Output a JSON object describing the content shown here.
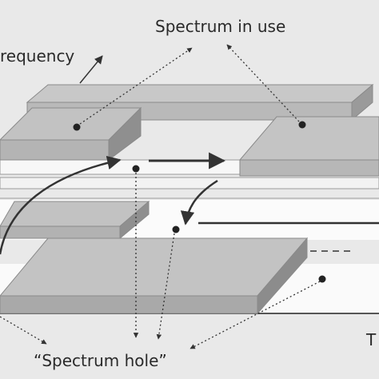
{
  "labels": {
    "spectrum_in_use": "Spectrum in use",
    "frequency": "requency",
    "spectrum_hole": "“Spectrum hole”",
    "time": "T"
  },
  "colors": {
    "background": "#e9e9e9",
    "block_top": "#bdbdbd",
    "block_front": "#a8a8a8",
    "block_side": "#8f8f8f",
    "plane": "#f7f7f7",
    "line": "#333333"
  }
}
